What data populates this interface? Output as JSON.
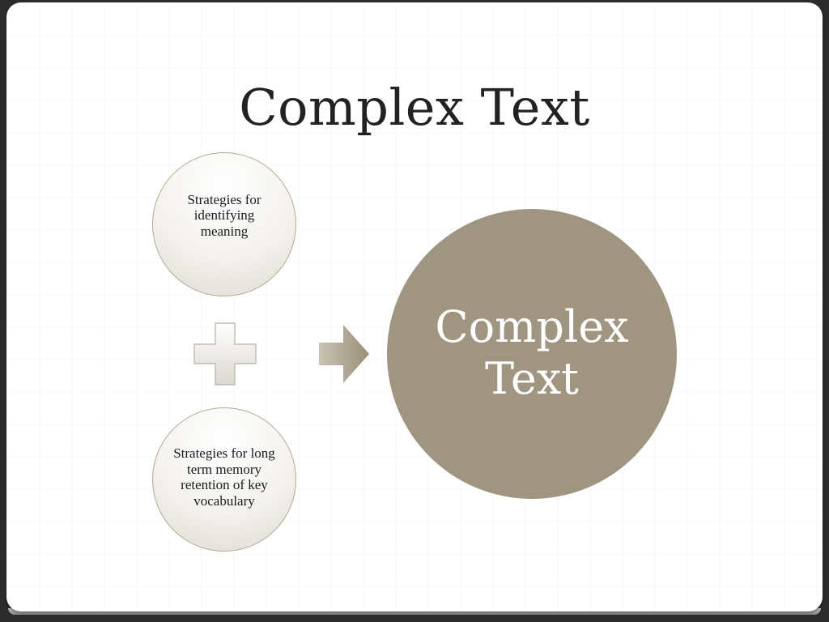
{
  "slide": {
    "title": "Complex Text",
    "circles": [
      {
        "label": "Strategies for identifying meaning"
      },
      {
        "label": "Strategies for long term memory retention of key vocabulary"
      }
    ],
    "result": {
      "label_line1": "Complex",
      "label_line2": "Text"
    },
    "colors": {
      "result_fill": "#9f9580",
      "circle_border": "#b0a98f",
      "title_text": "#222222"
    },
    "icons": {
      "operator": "plus-icon",
      "connector": "arrow-right-icon"
    }
  }
}
